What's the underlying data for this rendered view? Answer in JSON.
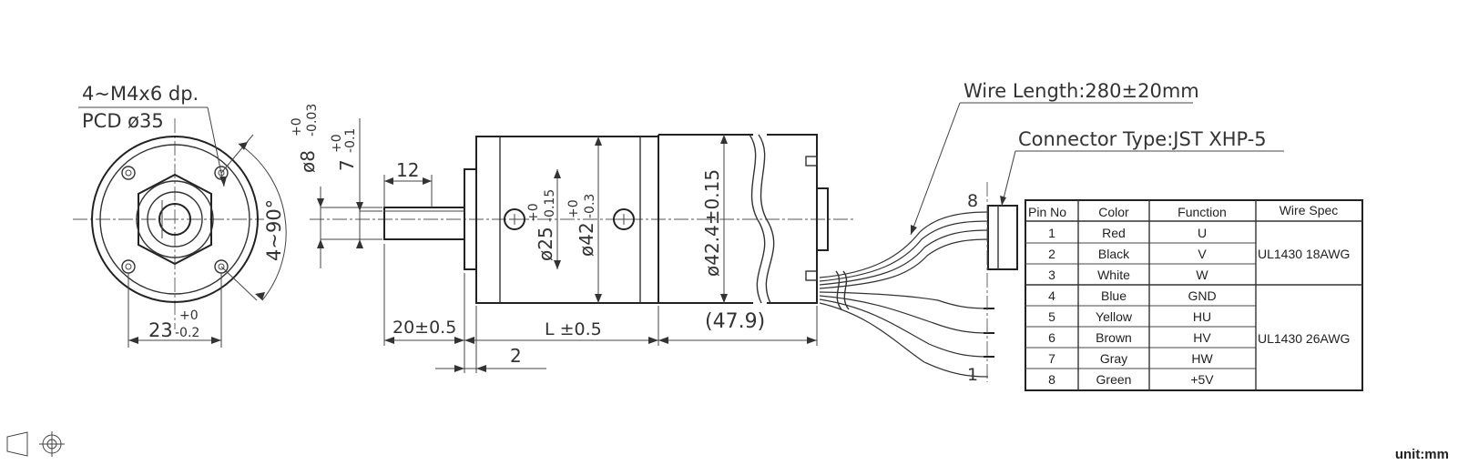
{
  "front_view": {
    "hole_note_line1": "4~M4x6 dp.",
    "hole_note_line2": "PCD ø35",
    "angle": "4~90°",
    "width_nominal": "23",
    "width_tol_upper": "+0",
    "width_tol_lower": "-0.2"
  },
  "side_view": {
    "shaft_dia_prefix": "ø8",
    "shaft_dia_tol_upper": "+0",
    "shaft_dia_tol_lower": "-0.03",
    "flat_nominal": "7",
    "flat_tol_upper": "+0",
    "flat_tol_lower": "-0.1",
    "flat_length": "12",
    "pilot_dia_prefix": "ø25",
    "pilot_dia_tol_upper": "+0",
    "pilot_dia_tol_lower": "-0.15",
    "gearbox_dia_prefix": "ø42",
    "gearbox_dia_tol_upper": "+0",
    "gearbox_dia_tol_lower": "-0.3",
    "motor_dia": "ø42.4±0.15",
    "shaft_length": "20±0.5",
    "gearbox_length": "L ±0.5",
    "motor_length": "(47.9)",
    "pilot_length": "2"
  },
  "wiring": {
    "wire_length": "Wire Length:280±20mm",
    "connector_type": "Connector Type:JST XHP-5",
    "pin_top": "8",
    "pin_bottom": "1"
  },
  "pin_table": {
    "headers": [
      "Pin No",
      "Color",
      "Function",
      "Wire Spec"
    ],
    "rows": [
      {
        "pin": "1",
        "color": "Red",
        "function": "U"
      },
      {
        "pin": "2",
        "color": "Black",
        "function": "V"
      },
      {
        "pin": "3",
        "color": "White",
        "function": "W"
      },
      {
        "pin": "4",
        "color": "Blue",
        "function": "GND"
      },
      {
        "pin": "5",
        "color": "Yellow",
        "function": "HU"
      },
      {
        "pin": "6",
        "color": "Brown",
        "function": "HV"
      },
      {
        "pin": "7",
        "color": "Gray",
        "function": "HW"
      },
      {
        "pin": "8",
        "color": "Green",
        "function": "+5V"
      }
    ],
    "spec_group_1": "UL1430  18AWG",
    "spec_group_2": "UL1430  26AWG"
  },
  "footer": {
    "projection_symbol": "first-angle-projection-icon",
    "unit": "unit:mm"
  }
}
